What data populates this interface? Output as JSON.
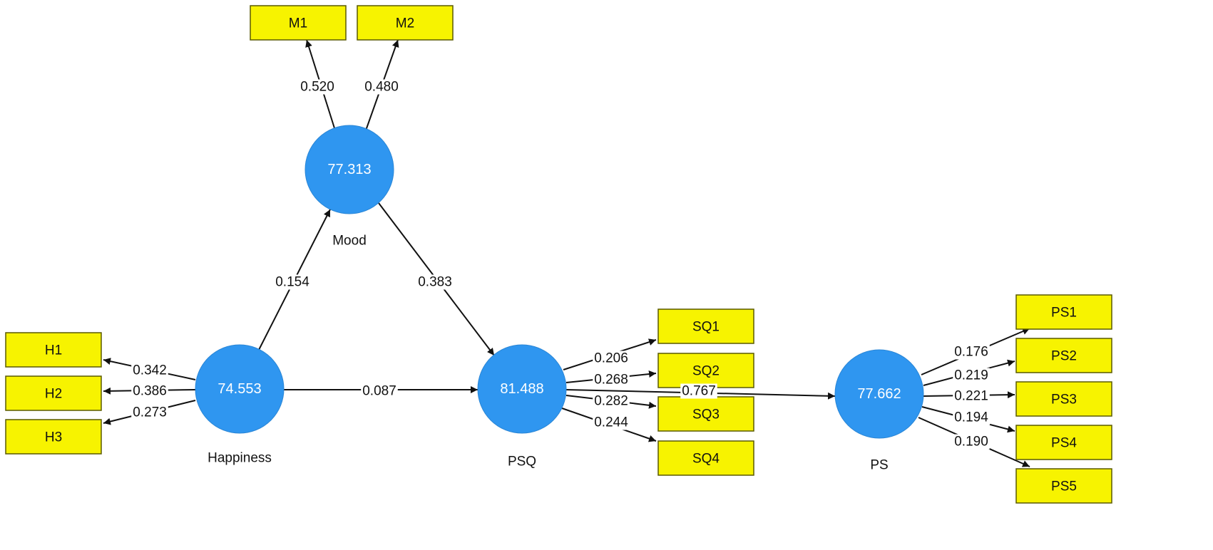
{
  "latents": [
    {
      "id": "happiness",
      "name": "Happiness",
      "value": "74.553"
    },
    {
      "id": "mood",
      "name": "Mood",
      "value": "77.313"
    },
    {
      "id": "psq",
      "name": "PSQ",
      "value": "81.488"
    },
    {
      "id": "ps",
      "name": "PS",
      "value": "77.662"
    }
  ],
  "indicators": [
    {
      "id": "M1",
      "label": "M1"
    },
    {
      "id": "M2",
      "label": "M2"
    },
    {
      "id": "H1",
      "label": "H1"
    },
    {
      "id": "H2",
      "label": "H2"
    },
    {
      "id": "H3",
      "label": "H3"
    },
    {
      "id": "SQ1",
      "label": "SQ1"
    },
    {
      "id": "SQ2",
      "label": "SQ2"
    },
    {
      "id": "SQ3",
      "label": "SQ3"
    },
    {
      "id": "SQ4",
      "label": "SQ4"
    },
    {
      "id": "PS1",
      "label": "PS1"
    },
    {
      "id": "PS2",
      "label": "PS2"
    },
    {
      "id": "PS3",
      "label": "PS3"
    },
    {
      "id": "PS4",
      "label": "PS4"
    },
    {
      "id": "PS5",
      "label": "PS5"
    }
  ],
  "paths": [
    {
      "from": "happiness",
      "to": "mood",
      "weight": "0.154"
    },
    {
      "from": "mood",
      "to": "psq",
      "weight": "0.383"
    },
    {
      "from": "happiness",
      "to": "psq",
      "weight": "0.087"
    },
    {
      "from": "psq",
      "to": "ps",
      "weight": "0.767"
    }
  ],
  "outer_weights": [
    {
      "from": "mood",
      "to": "M1",
      "weight": "0.520"
    },
    {
      "from": "mood",
      "to": "M2",
      "weight": "0.480"
    },
    {
      "from": "happiness",
      "to": "H1",
      "weight": "0.342"
    },
    {
      "from": "happiness",
      "to": "H2",
      "weight": "0.386"
    },
    {
      "from": "happiness",
      "to": "H3",
      "weight": "0.273"
    },
    {
      "from": "psq",
      "to": "SQ1",
      "weight": "0.206"
    },
    {
      "from": "psq",
      "to": "SQ2",
      "weight": "0.268"
    },
    {
      "from": "psq",
      "to": "SQ3",
      "weight": "0.282"
    },
    {
      "from": "psq",
      "to": "SQ4",
      "weight": "0.244"
    },
    {
      "from": "ps",
      "to": "PS1",
      "weight": "0.176"
    },
    {
      "from": "ps",
      "to": "PS2",
      "weight": "0.219"
    },
    {
      "from": "ps",
      "to": "PS3",
      "weight": "0.221"
    },
    {
      "from": "ps",
      "to": "PS4",
      "weight": "0.194"
    },
    {
      "from": "ps",
      "to": "PS5",
      "weight": "0.190"
    }
  ],
  "colors": {
    "latent_fill": "#2f96f0",
    "indicator_fill": "#f7f300",
    "edge": "#111111"
  }
}
